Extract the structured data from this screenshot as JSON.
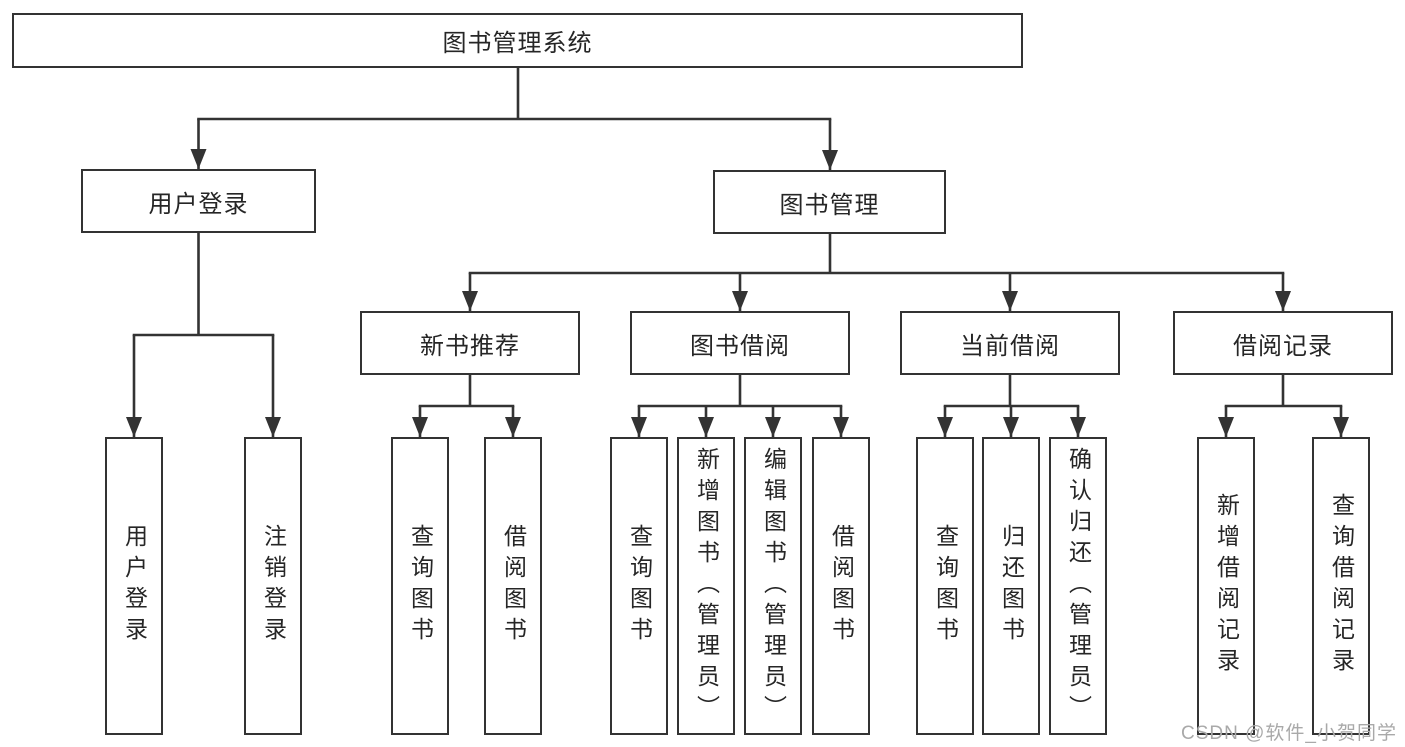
{
  "diagram": {
    "type": "hierarchy-tree",
    "colors": {
      "line": "#333333",
      "box_border": "#333333",
      "box_fill": "#ffffff",
      "text": "#262626",
      "watermark": "#a9a9a9",
      "background": "#ffffff"
    },
    "nodes": {
      "root": {
        "label": "图书管理系统"
      },
      "user_login": {
        "label": "用户登录"
      },
      "book_mgmt": {
        "label": "图书管理"
      },
      "new_book_rec": {
        "label": "新书推荐"
      },
      "book_borrow": {
        "label": "图书借阅"
      },
      "current_borrow": {
        "label": "当前借阅"
      },
      "borrow_record": {
        "label": "借阅记录"
      },
      "leaf_user_login": {
        "label": "用户登录"
      },
      "leaf_logout": {
        "label": "注销登录"
      },
      "leaf_nbr_query": {
        "label": "查询图书"
      },
      "leaf_nbr_borrow": {
        "label": "借阅图书"
      },
      "leaf_bb_query": {
        "label": "查询图书"
      },
      "leaf_bb_add": {
        "label": "新增图书（管理员）"
      },
      "leaf_bb_edit": {
        "label": "编辑图书（管理员）"
      },
      "leaf_bb_borrow": {
        "label": "借阅图书"
      },
      "leaf_cb_query": {
        "label": "查询图书"
      },
      "leaf_cb_return": {
        "label": "归还图书"
      },
      "leaf_cb_confirm": {
        "label": "确认归还（管理员）"
      },
      "leaf_br_add": {
        "label": "新增借阅记录"
      },
      "leaf_br_query": {
        "label": "查询借阅记录"
      }
    },
    "hierarchy": {
      "图书管理系统": {
        "用户登录": [
          "用户登录",
          "注销登录"
        ],
        "图书管理": {
          "新书推荐": [
            "查询图书",
            "借阅图书"
          ],
          "图书借阅": [
            "查询图书",
            "新增图书（管理员）",
            "编辑图书（管理员）",
            "借阅图书"
          ],
          "当前借阅": [
            "查询图书",
            "归还图书",
            "确认归还（管理员）"
          ],
          "借阅记录": [
            "新增借阅记录",
            "查询借阅记录"
          ]
        }
      }
    }
  },
  "watermark": {
    "text": "CSDN @软件_小贺同学"
  }
}
